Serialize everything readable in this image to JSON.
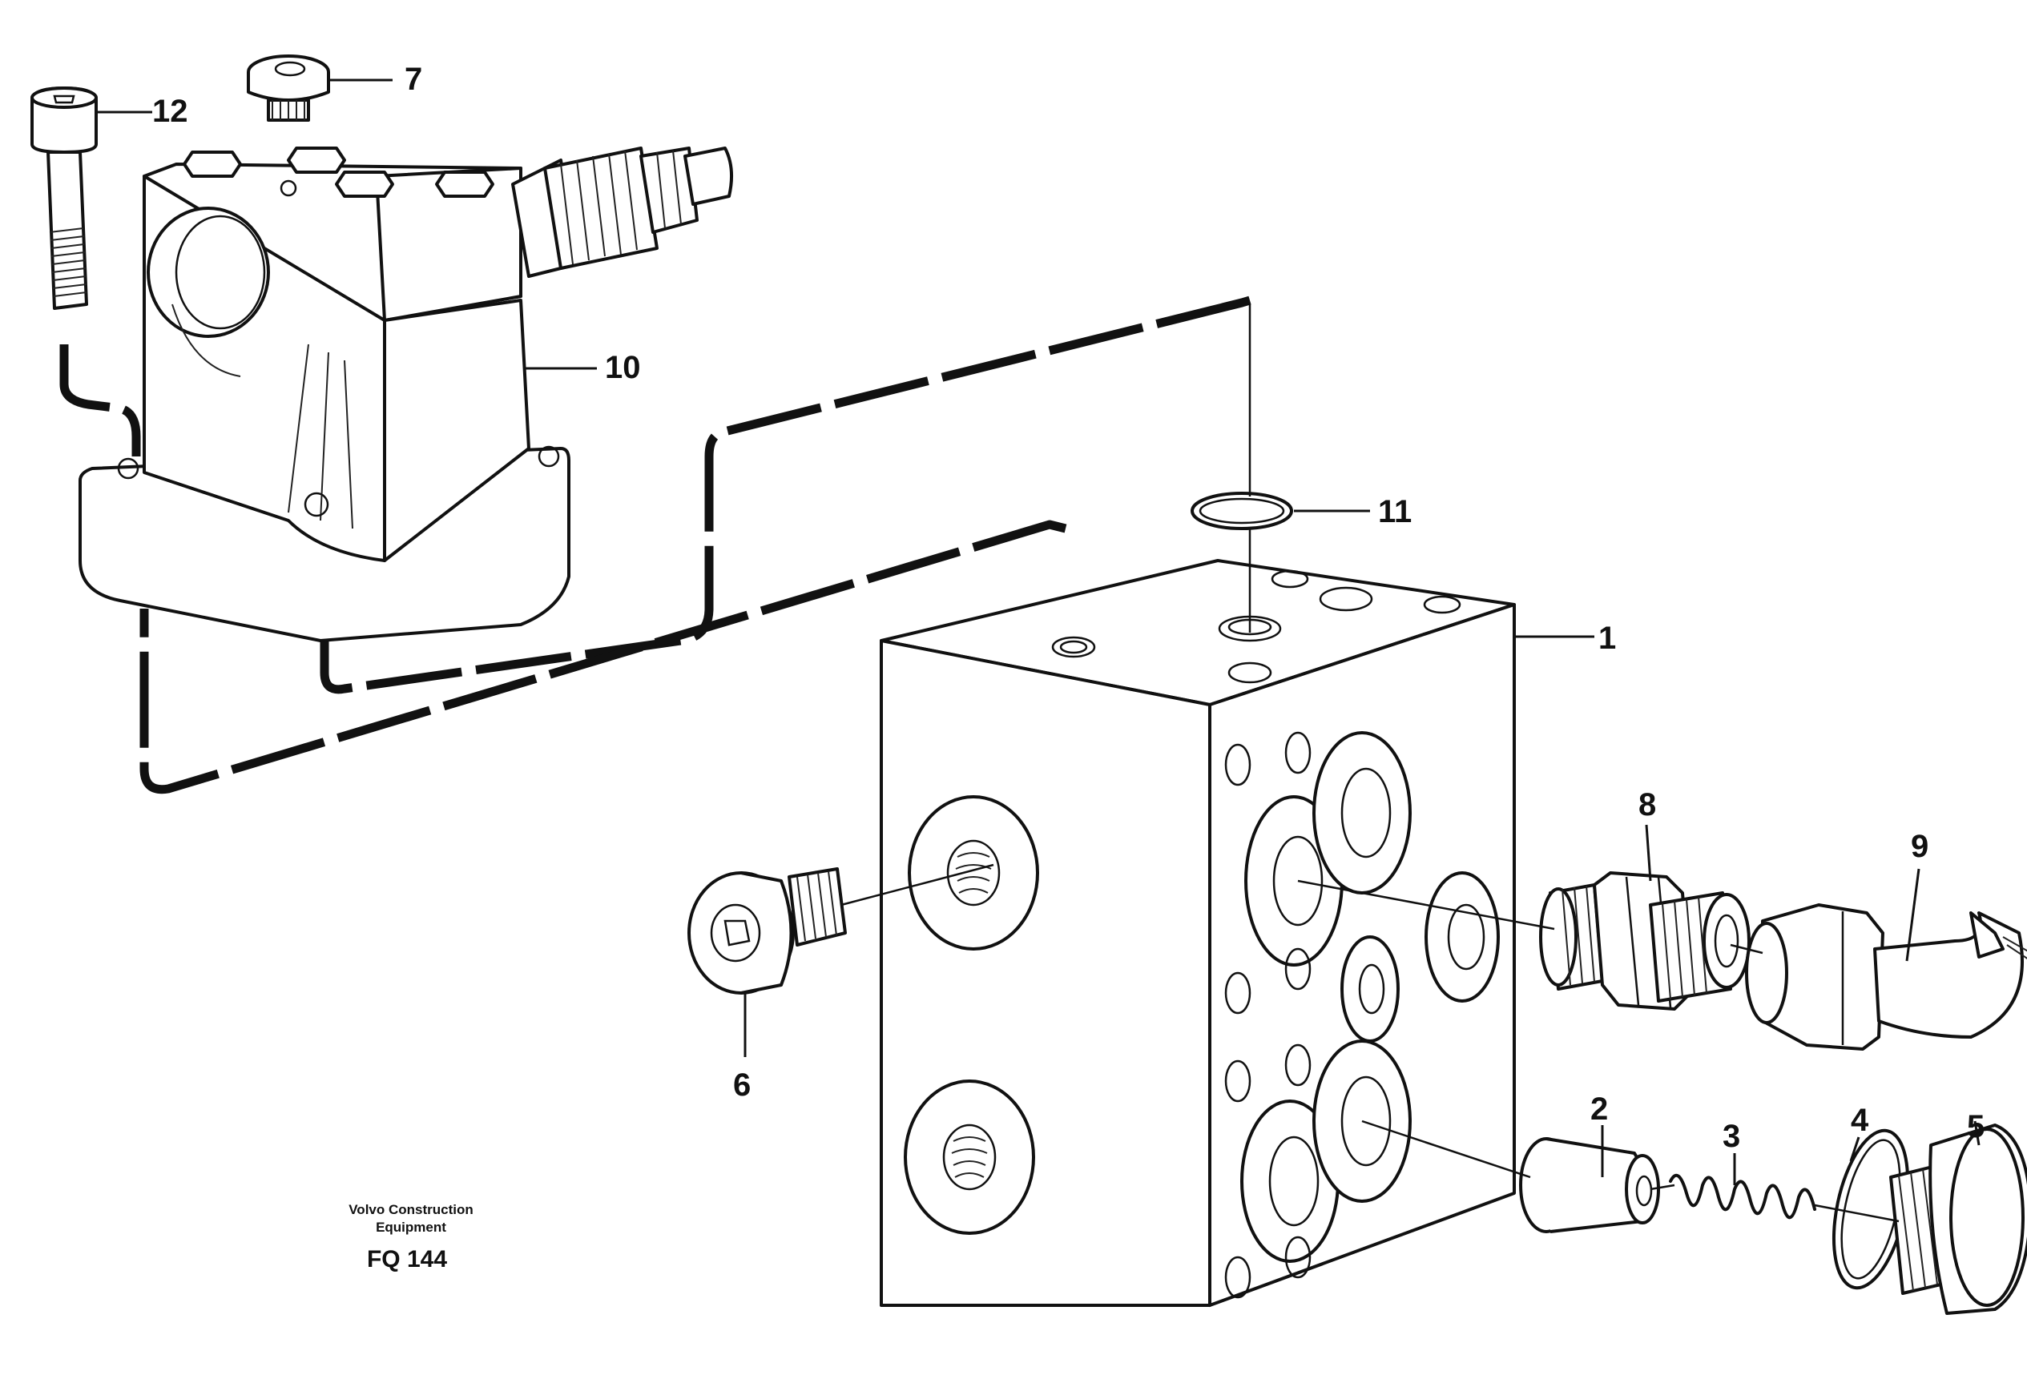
{
  "callouts": {
    "n1": "1",
    "n2": "2",
    "n3": "3",
    "n4": "4",
    "n5": "5",
    "n6": "6",
    "n7": "7",
    "n8": "8",
    "n9": "9",
    "n10": "10",
    "n11": "11",
    "n12": "12"
  },
  "caption": {
    "line1": "Volvo Construction",
    "line2": "Equipment",
    "code": "FQ 144"
  }
}
